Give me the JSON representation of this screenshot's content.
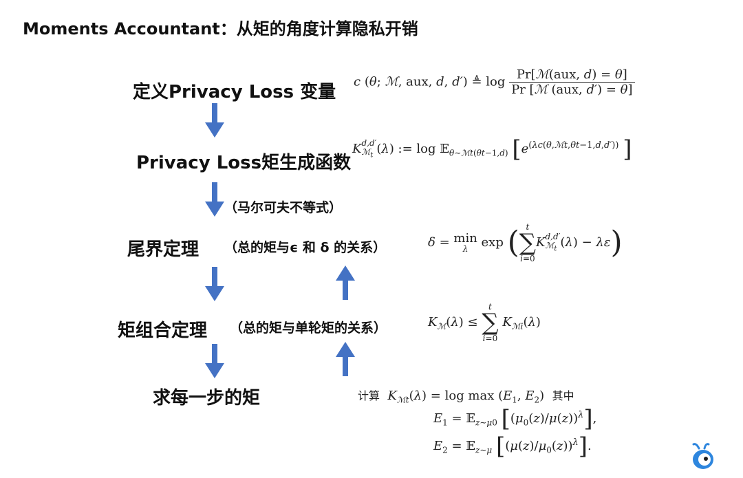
{
  "title": "Moments Accountant：从矩的角度计算隐私开销",
  "steps": {
    "s1": "定义Privacy Loss 变量",
    "s2": "Privacy Loss矩生成函数",
    "s3": "尾界定理",
    "s4": "矩组合定理",
    "s5": "求每一步的矩"
  },
  "notes": {
    "markov": "（马尔可夫不等式）",
    "tail": "（总的矩与ϵ 和 δ 的关系）",
    "compose": "（总的矩与单轮矩的关系）"
  },
  "formulas": {
    "f5_prefix": "计算",
    "f5_suffix": "其中"
  },
  "colors": {
    "arrow": "#4472C4",
    "logo": "#2E86DE"
  },
  "icons": {
    "logo": "bird-logo-icon"
  }
}
